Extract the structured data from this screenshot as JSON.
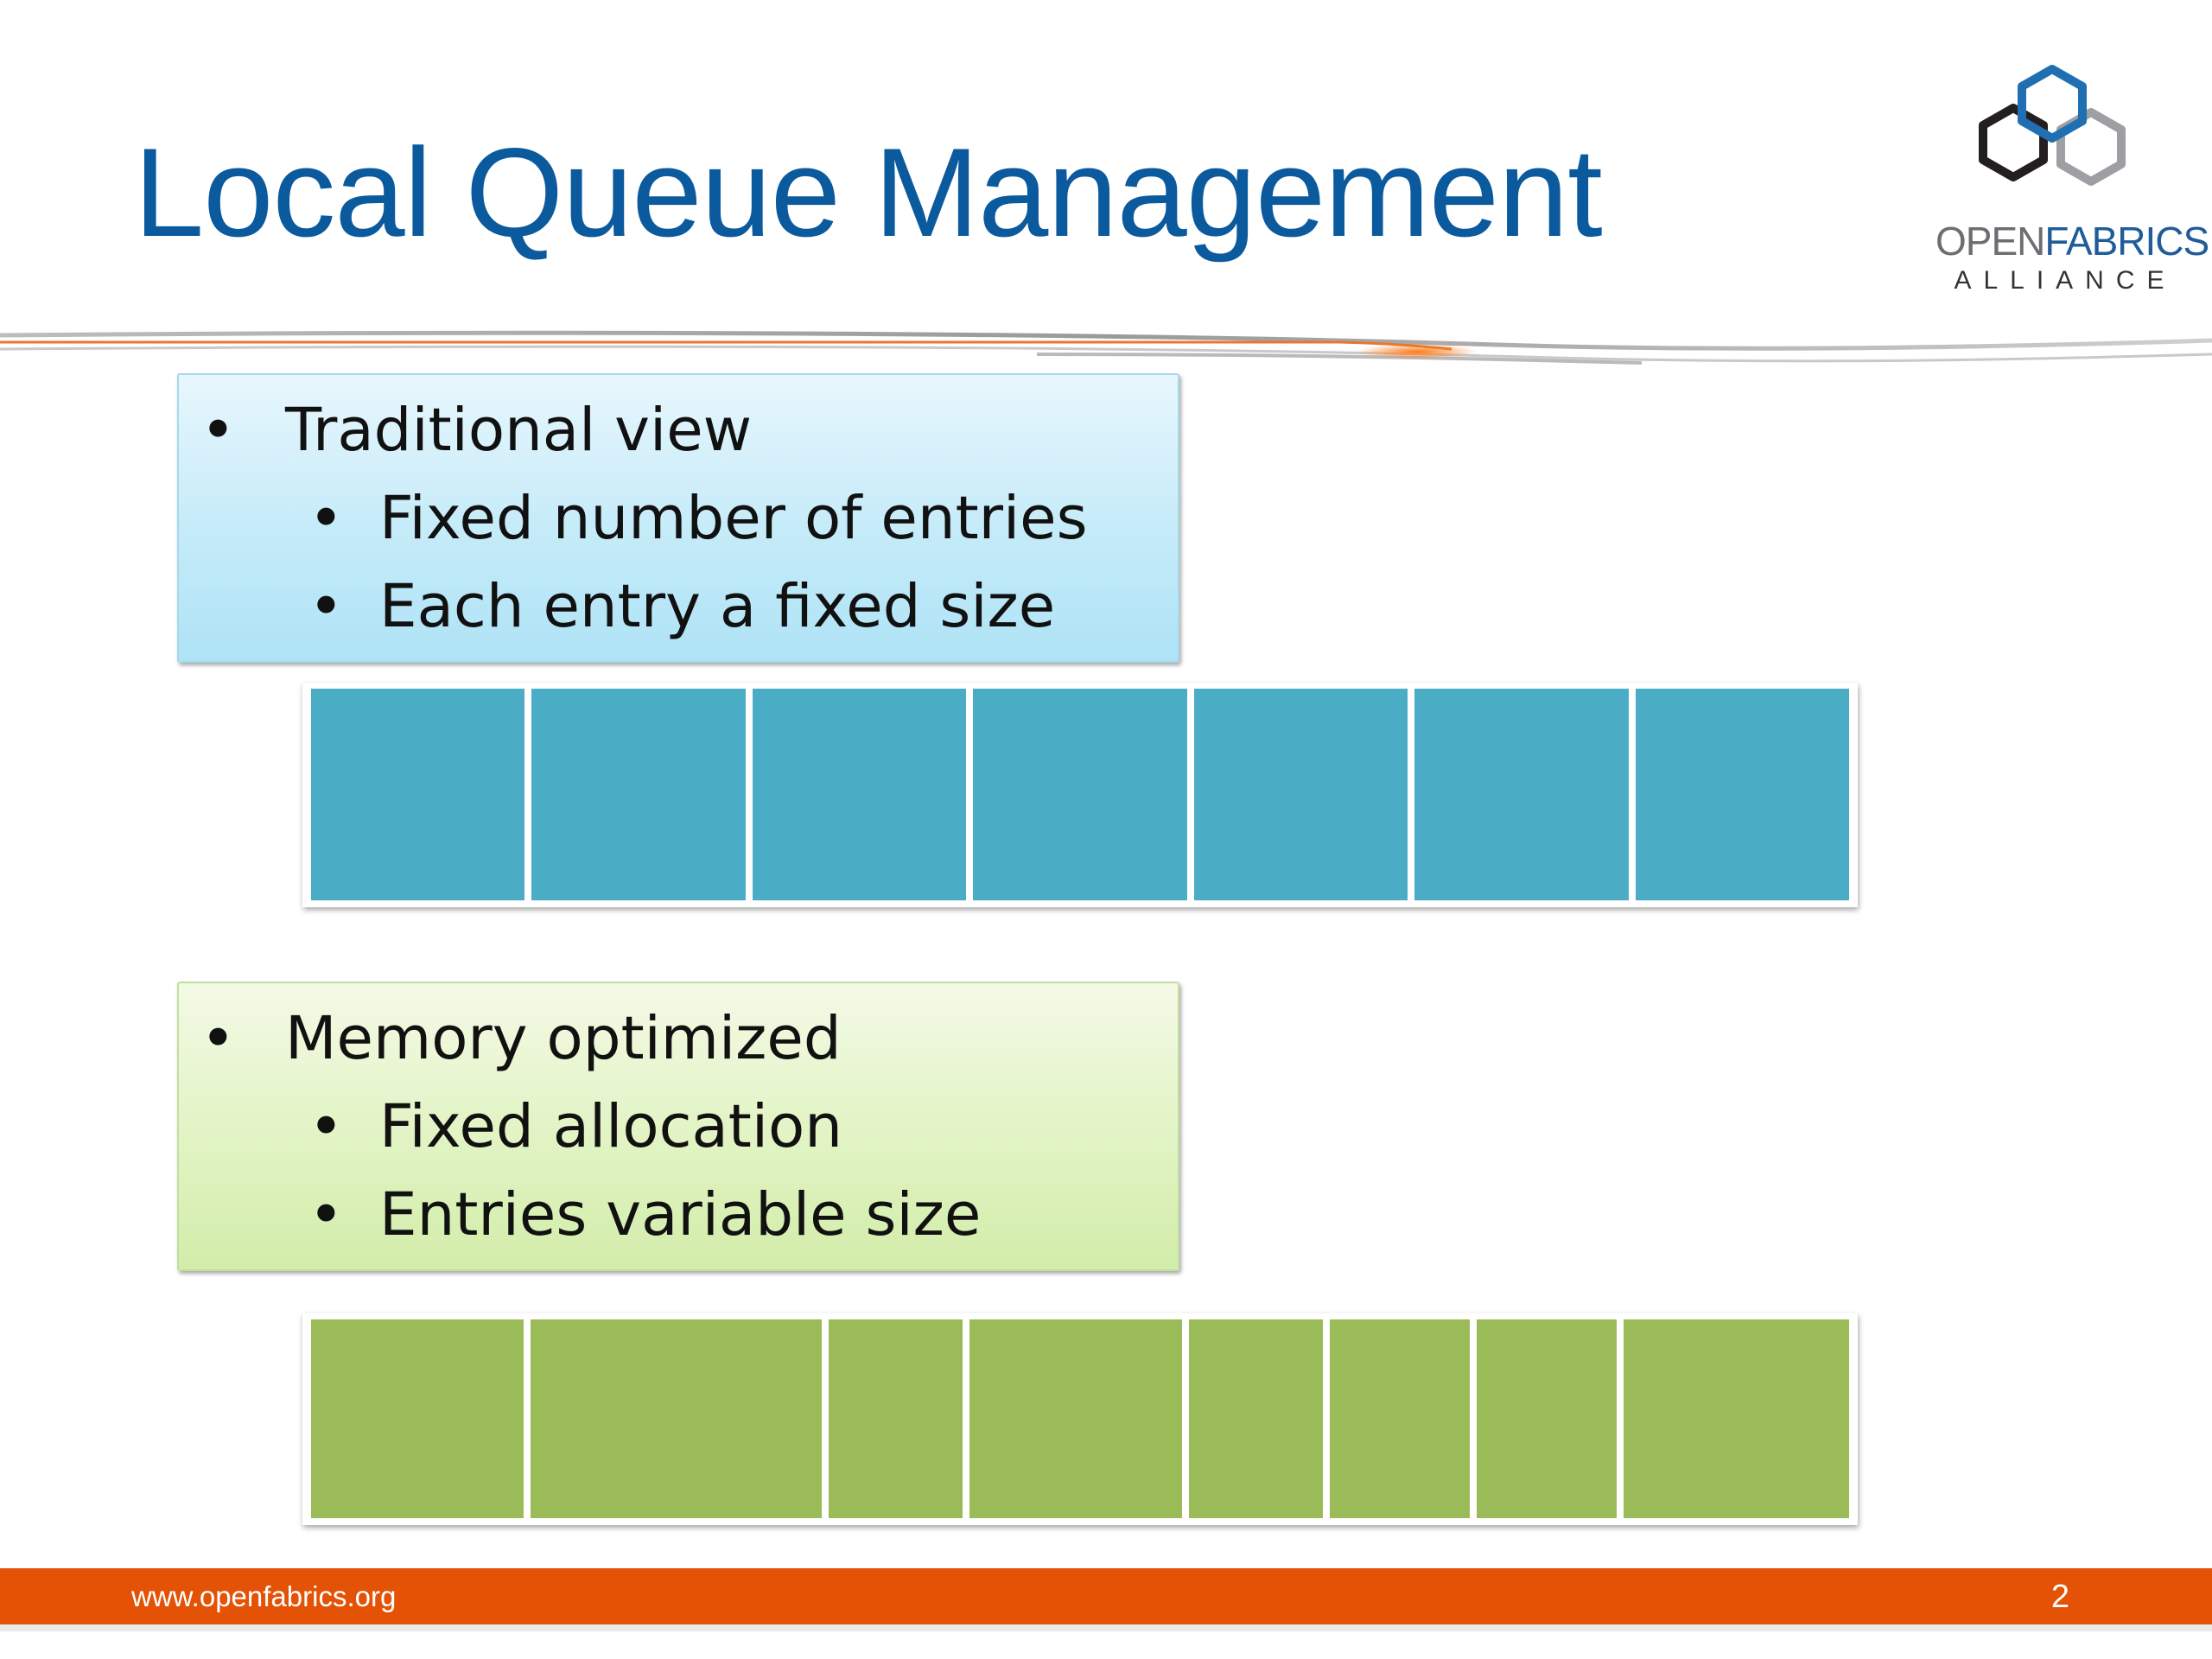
{
  "title": "Local Queue Management",
  "logo": {
    "line1_open": "OPEN",
    "line1_fabrics": "FABRICS",
    "line2": "ALLIANCE"
  },
  "box_traditional": {
    "heading": "Traditional view",
    "items": [
      "Fixed number of entries",
      "Each entry a fixed size"
    ]
  },
  "box_memory": {
    "heading": "Memory optimized",
    "items": [
      "Fixed allocation",
      "Entries variable size"
    ]
  },
  "queues": {
    "fixed": {
      "color": "#4bacc6",
      "entry_sizes": [
        1,
        1,
        1,
        1,
        1,
        1,
        1
      ]
    },
    "variable": {
      "color": "#9bbb59",
      "entry_sizes": [
        1.0,
        1.37,
        0.63,
        1.0,
        0.63,
        0.66,
        0.66,
        1.06
      ]
    }
  },
  "footer": {
    "url": "www.openfabrics.org",
    "page_number": "2"
  },
  "colors": {
    "title": "#0b5a9e",
    "footer_bar": "#e35205",
    "fixed_entry": "#4bacc6",
    "variable_entry": "#9bbb59"
  }
}
